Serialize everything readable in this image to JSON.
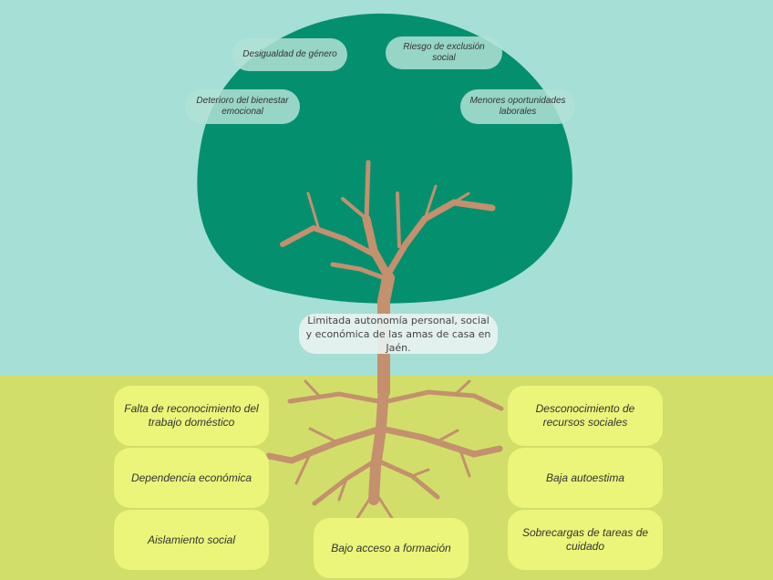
{
  "colors": {
    "sky": "#a6dfd6",
    "ground": "#d2de6a",
    "crown": "#04906f",
    "trunk": "#c4906e",
    "leaf_box": "#b2e2d6",
    "root_box": "#eaf57a"
  },
  "central_problem": "Limitada autonomía personal, social y económica de las amas de casa en Jaén.",
  "effects": [
    {
      "label": "Desigualdad de género"
    },
    {
      "label": "Riesgo de exclusión social"
    },
    {
      "label": "Deterioro del bienestar emocional"
    },
    {
      "label": "Menores oportunidades laborales"
    }
  ],
  "causes": [
    {
      "label": "Falta de reconocimiento del trabajo doméstico"
    },
    {
      "label": "Dependencia económica"
    },
    {
      "label": "Aislamiento social"
    },
    {
      "label": "Bajo acceso a formación"
    },
    {
      "label": "Desconocimiento de recursos sociales"
    },
    {
      "label": "Baja autoestima"
    },
    {
      "label": "Sobrecargas de tareas de cuidado"
    }
  ]
}
